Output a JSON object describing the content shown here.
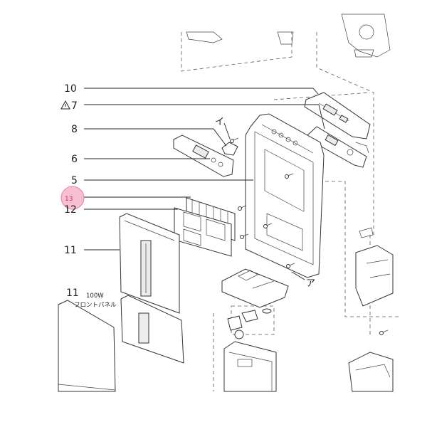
{
  "callouts": {
    "c10": "10",
    "c7": "7",
    "c8": "8",
    "c6": "6",
    "c5": "5",
    "c13": "13",
    "c12": "12",
    "c11a": "11",
    "c11b": "11",
    "i_kana": "イ",
    "a_kana": "ア",
    "note_100w": "100W",
    "note_front_panel": "フロントパネル"
  },
  "icons": {
    "warning": "warning-triangle-icon"
  },
  "colors": {
    "badge_fill": "#f6b4c8",
    "badge_stroke": "#e06a8f",
    "badge_text": "#c0306a"
  }
}
